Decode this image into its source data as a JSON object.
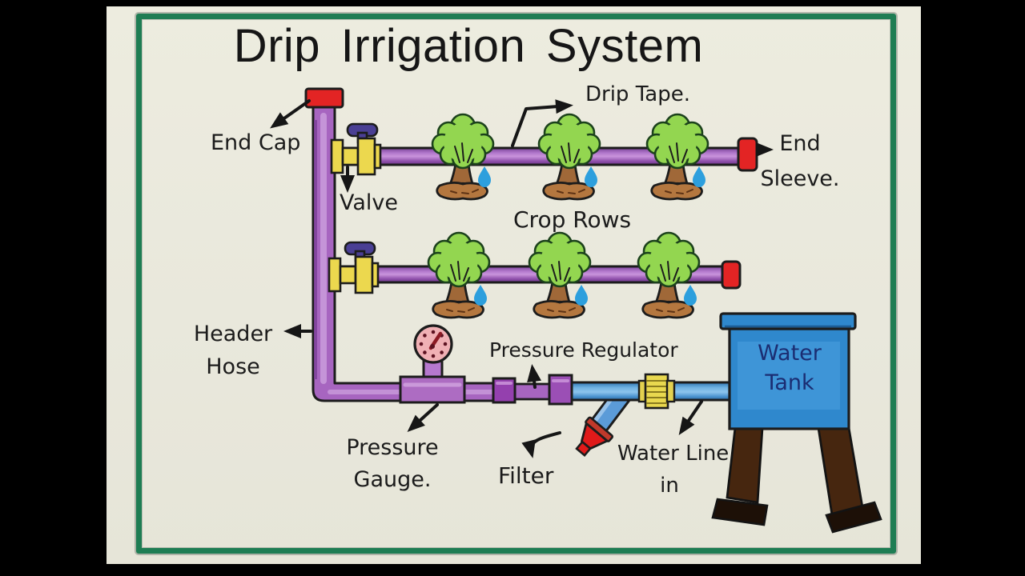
{
  "title": "Drip Irrigation System",
  "labels": {
    "end_cap": "End Cap",
    "valve": "Valve",
    "drip_tape": "Drip Tape.",
    "end_sleeve": {
      "line1": "End",
      "line2": "Sleeve."
    },
    "crop_rows": "Crop Rows",
    "header_hose": {
      "line1": "Header",
      "line2": "Hose"
    },
    "pressure_gauge": {
      "line1": "Pressure",
      "line2": "Gauge."
    },
    "pressure_regulator": "Pressure Regulator",
    "filter": "Filter",
    "water_line": {
      "line1": "Water Line",
      "line2": "in"
    },
    "water_tank": {
      "line1": "Water",
      "line2": "Tank"
    }
  },
  "colors": {
    "paper": "#e9e8dc",
    "frame_green": "#1e7d53",
    "pipe_purple": "#a765c0",
    "water_line_blue": "#5b9bd8",
    "component_red": "#e32424",
    "valve_yellow": "#ecd84e",
    "handle_indigo": "#4a3f94",
    "foliage_green": "#93d650",
    "soil_brown": "#b4773f",
    "water_drop_blue": "#2d9fdd",
    "gauge_pink": "#f0b0b4",
    "tank_blue": "#2f88cd",
    "leg_brown": "#46260f",
    "ink_black": "#1b1b1b"
  }
}
